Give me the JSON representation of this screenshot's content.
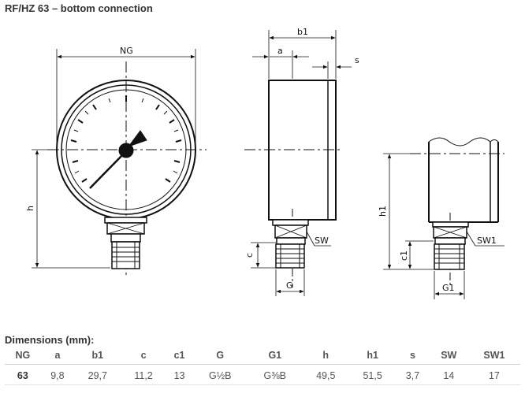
{
  "title": "RF/HZ 63 – bottom connection",
  "drawing": {
    "labels": {
      "ng": "NG",
      "h": "h",
      "b1": "b1",
      "a": "a",
      "s": "s",
      "c": "c",
      "g": "G",
      "sw": "SW",
      "h1": "h1",
      "c1": "c1",
      "g1": "G1",
      "sw1": "SW1"
    }
  },
  "dimensions": {
    "heading": "Dimensions (mm):",
    "columns": [
      "NG",
      "a",
      "b1",
      "c",
      "c1",
      "G",
      "G1",
      "h",
      "h1",
      "s",
      "SW",
      "SW1"
    ],
    "rows": [
      [
        "63",
        "9,8",
        "29,7",
        "11,2",
        "13",
        "G½B",
        "G⅜B",
        "49,5",
        "51,5",
        "3,7",
        "14",
        "17"
      ]
    ]
  }
}
